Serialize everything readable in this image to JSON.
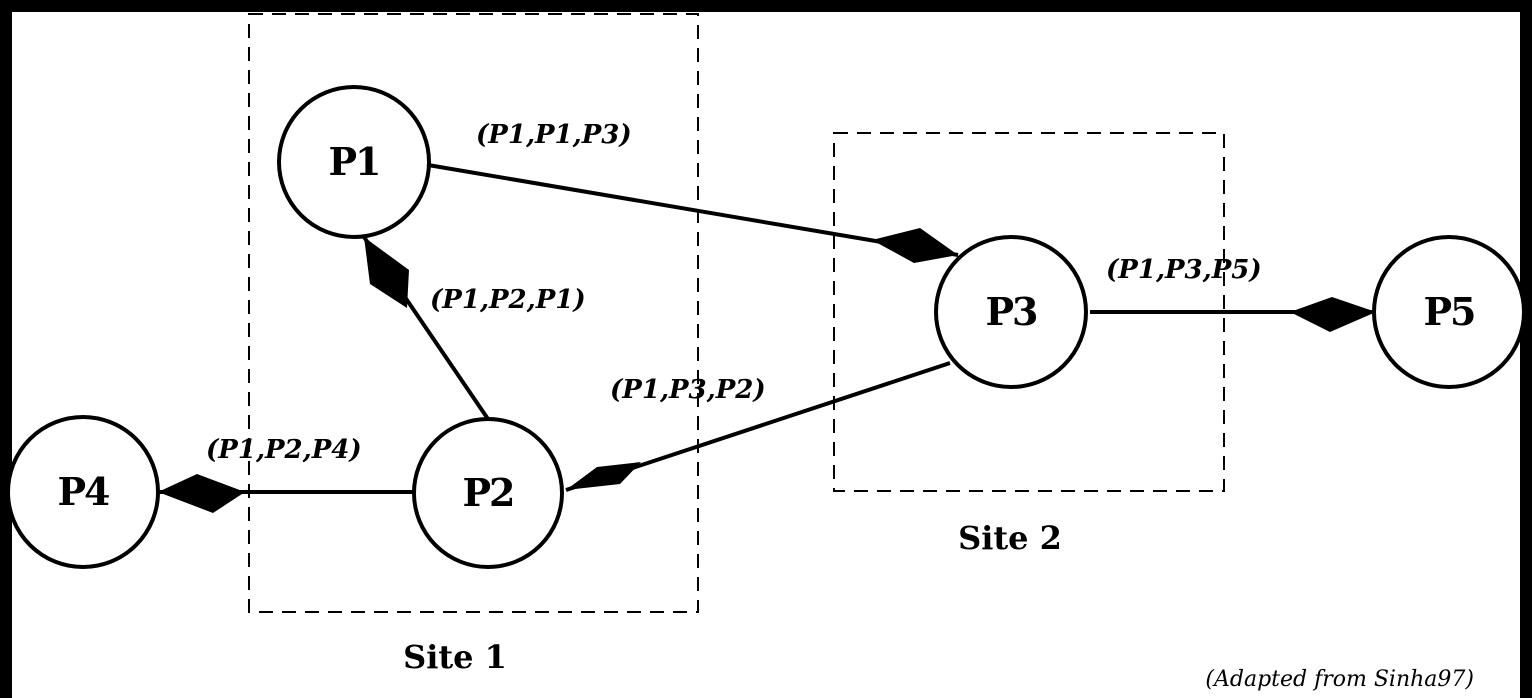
{
  "colors": {
    "background": "#ffffff",
    "frame": "#000000",
    "ink": "#000000"
  },
  "sites": [
    {
      "id": "site1",
      "label": "Site 1"
    },
    {
      "id": "site2",
      "label": "Site 2"
    }
  ],
  "nodes": [
    {
      "id": "P1",
      "label": "P1"
    },
    {
      "id": "P2",
      "label": "P2"
    },
    {
      "id": "P3",
      "label": "P3"
    },
    {
      "id": "P4",
      "label": "P4"
    },
    {
      "id": "P5",
      "label": "P5"
    }
  ],
  "edges": [
    {
      "from": "P1",
      "to": "P3",
      "label": "(P1,P1,P3)"
    },
    {
      "from": "P2",
      "to": "P1",
      "label": "(P1,P2,P1)"
    },
    {
      "from": "P3",
      "to": "P2",
      "label": "(P1,P3,P2)"
    },
    {
      "from": "P2",
      "to": "P4",
      "label": "(P1,P2,P4)"
    },
    {
      "from": "P3",
      "to": "P5",
      "label": "(P1,P3,P5)"
    }
  ],
  "caption": "(Adapted from Sinha97)"
}
